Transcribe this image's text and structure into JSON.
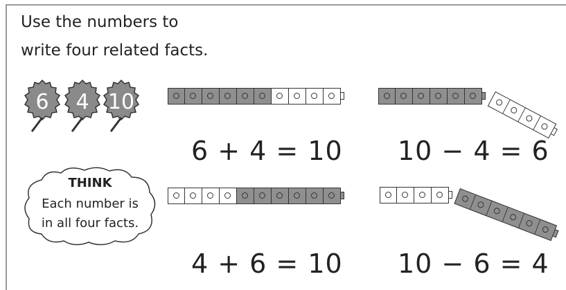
{
  "instructions": {
    "line1": "Use the numbers to",
    "line2": "write four related facts."
  },
  "leaves": [
    {
      "number": "6",
      "icon": "leaf-icon"
    },
    {
      "number": "4",
      "icon": "leaf-icon"
    },
    {
      "number": "10",
      "icon": "leaf-icon"
    }
  ],
  "think": {
    "title": "THINK",
    "line1": "Each number is",
    "line2": "in all four facts."
  },
  "facts": {
    "f1": "6 + 4 = 10",
    "f2": "10 − 4 = 6",
    "f3": "4 + 6 = 10",
    "f4": "10 − 6 = 4"
  },
  "cube_trains": [
    {
      "dark": 6,
      "light": 4
    },
    {
      "dark": 6,
      "light_removed": 4
    },
    {
      "light": 4,
      "dark": 6
    },
    {
      "light": 4,
      "dark_removed": 6
    }
  ],
  "colors": {
    "dark_cube": "#8f8f8f",
    "light_cube": "#ffffff",
    "leaf": "#8a8a8a"
  }
}
